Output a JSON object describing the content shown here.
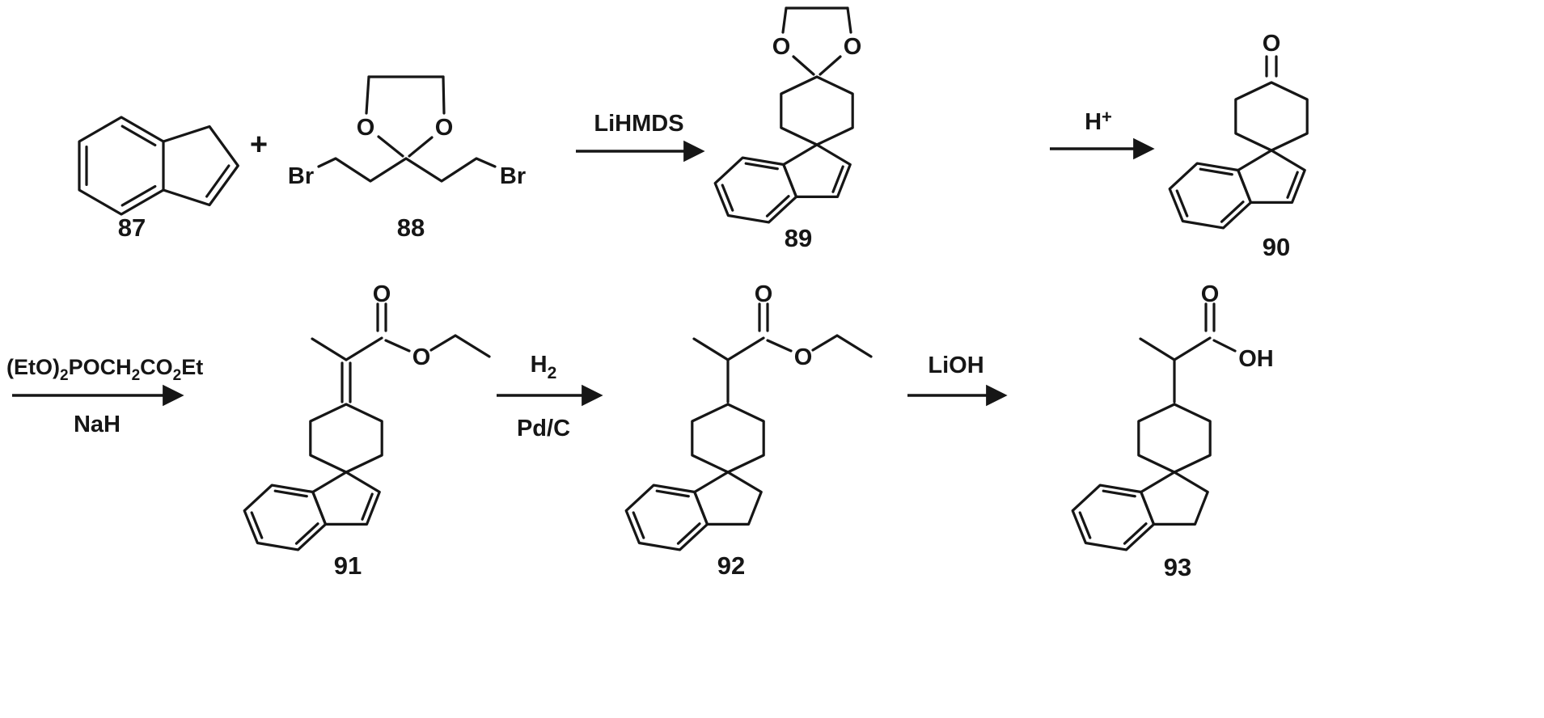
{
  "compounds": {
    "c87": {
      "number": "87"
    },
    "c88": {
      "number": "88",
      "atom_o_left": "O",
      "atom_o_right": "O",
      "atom_br_left": "Br",
      "atom_br_right": "Br"
    },
    "c89": {
      "number": "89",
      "atom_o_left": "O",
      "atom_o_right": "O"
    },
    "c90": {
      "number": "90",
      "atom_o": "O"
    },
    "c91": {
      "number": "91",
      "atom_o_carbonyl": "O",
      "atom_o_ester": "O"
    },
    "c92": {
      "number": "92",
      "atom_o_carbonyl": "O",
      "atom_o_ester": "O"
    },
    "c93": {
      "number": "93",
      "atom_o_carbonyl": "O",
      "atom_oh": "OH"
    }
  },
  "operators": {
    "plus": "+"
  },
  "steps": {
    "step1": {
      "reagent_above": "LiHMDS"
    },
    "step2": {
      "reagent_above_base": "H",
      "reagent_above_sup": "+"
    },
    "step3": {
      "reagent_above_parts": [
        "(EtO)",
        "2",
        "POCH",
        "2",
        "CO",
        "2",
        "Et"
      ],
      "reagent_below": "NaH"
    },
    "step4": {
      "reagent_above_base": "H",
      "reagent_above_sub": "2",
      "reagent_below": "Pd/C"
    },
    "step5": {
      "reagent_above": "LiOH"
    }
  },
  "colors": {
    "ink": "#161616",
    "background": "#ffffff"
  }
}
